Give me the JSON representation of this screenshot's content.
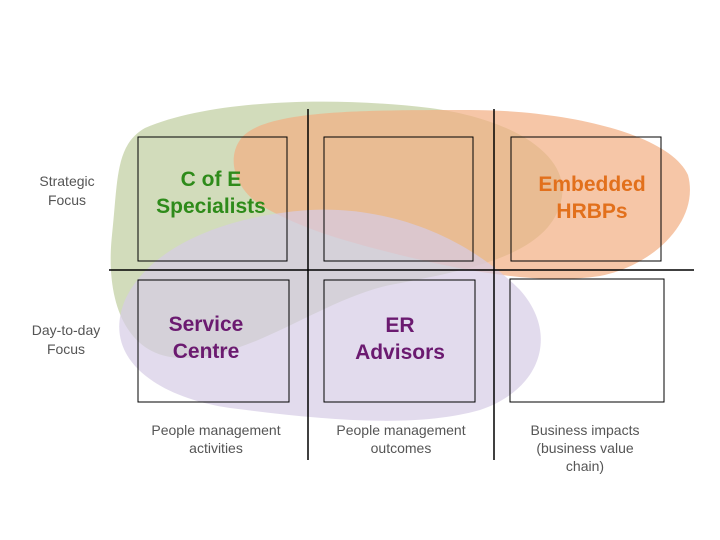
{
  "row_labels": {
    "strategic": [
      "Strategic",
      "Focus"
    ],
    "day_to_day": [
      "Day-to-day",
      "Focus"
    ]
  },
  "column_labels": {
    "col1": [
      "People management",
      "activities"
    ],
    "col2": [
      "People management",
      "outcomes"
    ],
    "col3": [
      "Business impacts",
      "(business value",
      "chain)"
    ]
  },
  "regions": {
    "coe": {
      "lines": [
        "C of E",
        "Specialists"
      ],
      "color": "#2e8b1a",
      "fill": "#c3d0a4"
    },
    "hrbp": {
      "lines": [
        "Embedded",
        "HRBPs"
      ],
      "color": "#e2701c",
      "fill": "#f2b48a"
    },
    "service": {
      "lines": [
        "Service",
        "Centre"
      ],
      "color": "#6b1a70",
      "fill": "#d6cce6"
    },
    "er": {
      "lines": [
        "ER",
        "Advisors"
      ],
      "color": "#6b1a70"
    }
  }
}
